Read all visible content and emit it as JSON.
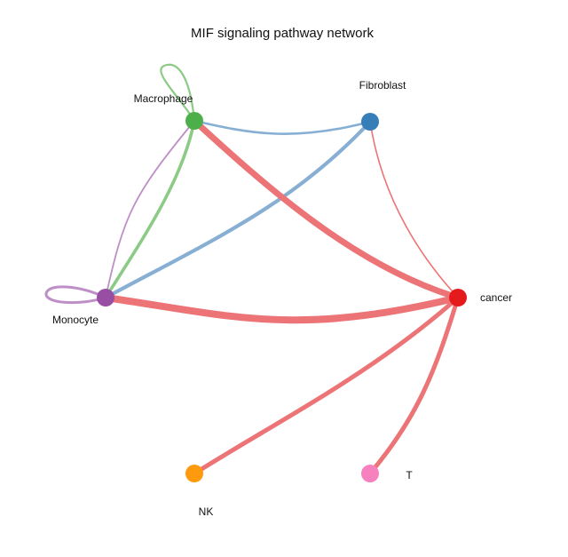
{
  "title": "MIF signaling pathway network",
  "nodes": [
    {
      "id": "macrophage",
      "label": "Macrophage",
      "color": "#4DAF4A"
    },
    {
      "id": "fibroblast",
      "label": "Fibroblast",
      "color": "#377EB8"
    },
    {
      "id": "cancer",
      "label": "cancer",
      "color": "#E41A1C"
    },
    {
      "id": "monocyte",
      "label": "Monocyte",
      "color": "#984EA3"
    },
    {
      "id": "nk",
      "label": "NK",
      "color": "#FF9A0E"
    },
    {
      "id": "t",
      "label": "T",
      "color": "#F781BF"
    }
  ],
  "edges": [
    {
      "from": "macrophage",
      "to": "macrophage",
      "color": "#8CCB86"
    },
    {
      "from": "monocyte",
      "to": "monocyte",
      "color": "#BE8FC6"
    },
    {
      "from": "macrophage",
      "to": "fibroblast",
      "color": "#87AFD4"
    },
    {
      "from": "macrophage",
      "to": "monocyte",
      "color": "#8CCB86"
    },
    {
      "from": "monocyte",
      "to": "macrophage",
      "color": "#BE8FC6"
    },
    {
      "from": "fibroblast",
      "to": "monocyte",
      "color": "#87AFD4"
    },
    {
      "from": "macrophage",
      "to": "cancer",
      "color": "#EC7476"
    },
    {
      "from": "fibroblast",
      "to": "cancer",
      "color": "#EC7476"
    },
    {
      "from": "monocyte",
      "to": "cancer",
      "color": "#EC7476"
    },
    {
      "from": "cancer",
      "to": "nk",
      "color": "#EC7476"
    },
    {
      "from": "cancer",
      "to": "t",
      "color": "#EC7476"
    }
  ]
}
